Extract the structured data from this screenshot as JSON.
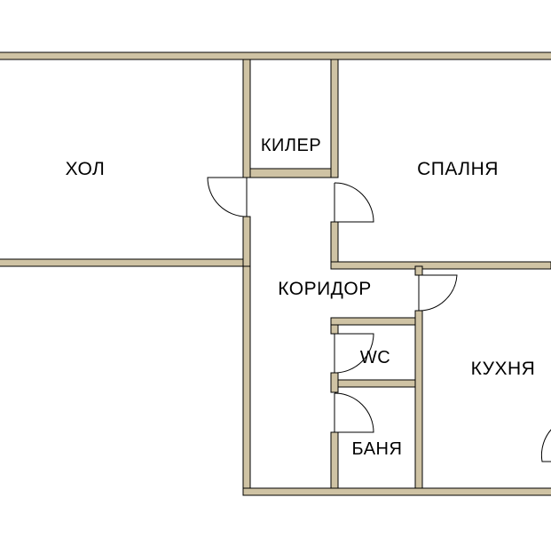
{
  "colors": {
    "wall": "#cfc3a4",
    "outline": "#000000",
    "background": "#ffffff"
  },
  "rooms": {
    "hol": "ХОЛ",
    "kiler": "КИЛЕР",
    "spalnya": "СПАЛНЯ",
    "koridor": "КОРИДОР",
    "wc": "WC",
    "kuhnya": "КУХНЯ",
    "banya": "БАНЯ"
  }
}
